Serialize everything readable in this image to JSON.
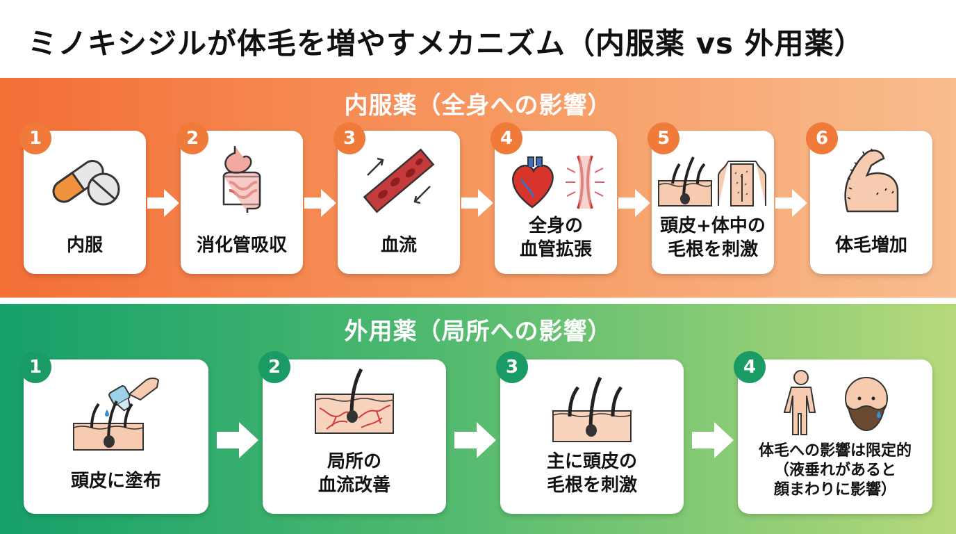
{
  "title": "ミノキシジルが体毛を増やすメカニズム（内服薬 vs 外用薬）",
  "oral": {
    "heading": "内服薬（全身への影響）",
    "steps": [
      {
        "num": "1",
        "lines": [
          "内服"
        ],
        "icon": "pill-icon"
      },
      {
        "num": "2",
        "lines": [
          "消化管吸収"
        ],
        "icon": "stomach-intestine-icon"
      },
      {
        "num": "3",
        "lines": [
          "血流"
        ],
        "icon": "blood-vessel-icon"
      },
      {
        "num": "4",
        "lines": [
          "全身の",
          "血管拡張"
        ],
        "icon": "heart-vasodilation-icon"
      },
      {
        "num": "5",
        "lines": [
          "頭皮+体中の",
          "毛根を刺激"
        ],
        "icon": "hair-follicle-body-icon"
      },
      {
        "num": "6",
        "lines": [
          "体毛増加"
        ],
        "icon": "hairy-arm-icon"
      }
    ]
  },
  "topical": {
    "heading": "外用薬（局所への影響）",
    "steps": [
      {
        "num": "1",
        "lines": [
          "頭皮に塗布"
        ],
        "icon": "dropper-scalp-icon"
      },
      {
        "num": "2",
        "lines": [
          "局所の",
          "血流改善"
        ],
        "icon": "scalp-capillary-icon"
      },
      {
        "num": "3",
        "lines": [
          "主に頭皮の",
          "毛根を刺激"
        ],
        "icon": "scalp-hair-follicle-icon"
      },
      {
        "num": "4",
        "lines": [
          "体毛への影響は限定的",
          "（液垂れがあると",
          "顔まわりに影響）"
        ],
        "icon": "body-and-face-icon"
      }
    ]
  },
  "colors": {
    "oral_accent": "#f07a3a",
    "topical_accent": "#1a9a64"
  }
}
